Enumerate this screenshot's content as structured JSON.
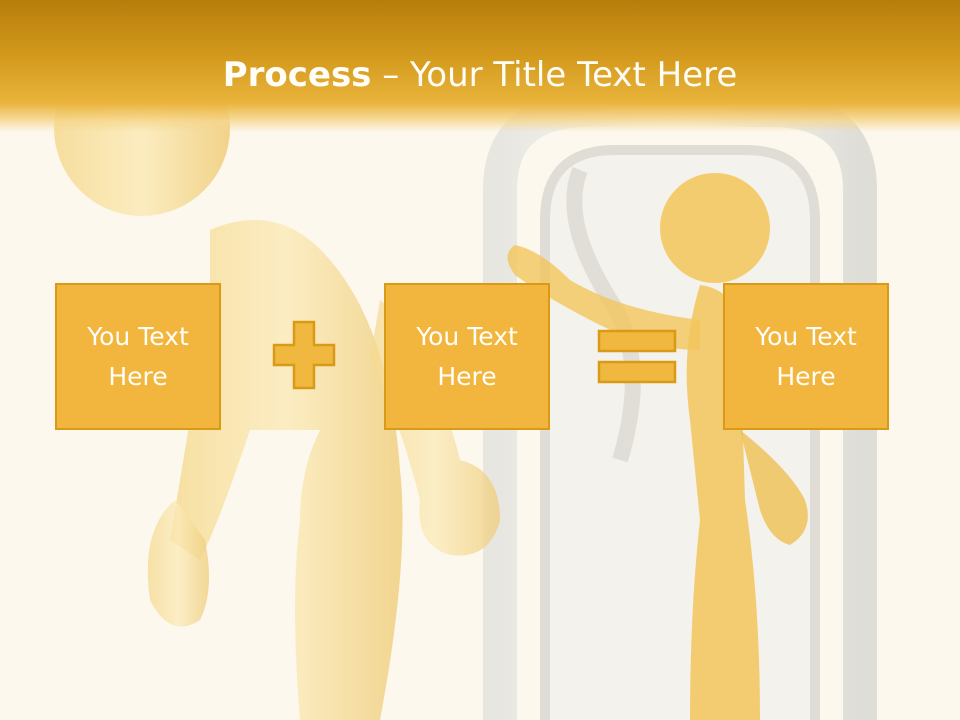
{
  "slide": {
    "title_bold": "Process",
    "title_rest": " – Your Title Text Here",
    "boxes": [
      {
        "line1": "You Text",
        "line2": "Here"
      },
      {
        "line1": "You Text",
        "line2": "Here"
      },
      {
        "line1": "You Text",
        "line2": "Here"
      }
    ],
    "operators": [
      "plus-icon",
      "equals-icon"
    ],
    "background_image": "gold-figures-mirror-icon"
  },
  "colors": {
    "header_dark": "#b77d0b",
    "header_light": "#eab43c",
    "box_fill": "#f2b53d",
    "box_border": "#d99a18",
    "operator_fill": "#f0b83e",
    "background": "#fcf8ee",
    "title_text": "#fffdf6"
  }
}
